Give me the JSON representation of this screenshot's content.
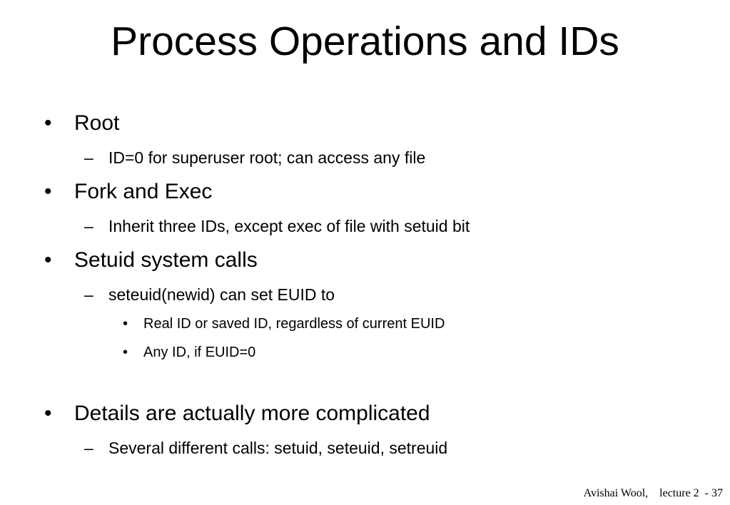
{
  "slide": {
    "title": "Process Operations and IDs",
    "items": [
      {
        "level": 1,
        "bullet": "•",
        "text": "Root"
      },
      {
        "level": 2,
        "bullet": "–",
        "text": "ID=0 for superuser root; can access any file"
      },
      {
        "level": 1,
        "bullet": "•",
        "text": "Fork and Exec"
      },
      {
        "level": 2,
        "bullet": "–",
        "text": "Inherit three IDs, except exec of file with setuid bit"
      },
      {
        "level": 1,
        "bullet": "•",
        "text": "Setuid system calls"
      },
      {
        "level": 2,
        "bullet": "–",
        "text": "seteuid(newid) can set EUID to"
      },
      {
        "level": 3,
        "bullet": "•",
        "text": "Real ID or saved ID, regardless of current EUID"
      },
      {
        "level": 3,
        "bullet": "•",
        "text": "Any ID, if EUID=0"
      },
      {
        "level": 1,
        "bullet": "•",
        "text": "Details are actually more complicated"
      },
      {
        "level": 2,
        "bullet": "–",
        "text": "Several different calls: setuid, seteuid, setreuid"
      }
    ],
    "footer": {
      "author": "Avishai Wool,",
      "lecture": "lecture 2",
      "page": "- 37"
    }
  }
}
